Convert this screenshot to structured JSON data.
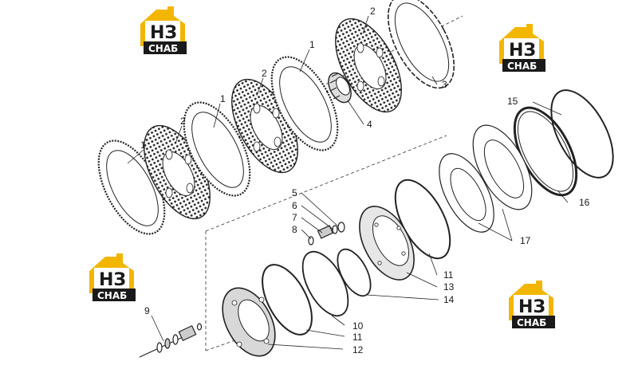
{
  "logo": {
    "mark": "НЗ",
    "text": "СНАБ",
    "colors": {
      "roof": "#f2b600",
      "letters_bg": "#ffffff",
      "band": "#1a1a1a",
      "band_text": "#ffffff"
    }
  },
  "labels": [
    "1",
    "2",
    "1",
    "2",
    "1",
    "2",
    "3",
    "4",
    "5",
    "6",
    "7",
    "8",
    "9",
    "10",
    "11",
    "12",
    "11",
    "13",
    "14",
    "15",
    "16",
    "17"
  ]
}
